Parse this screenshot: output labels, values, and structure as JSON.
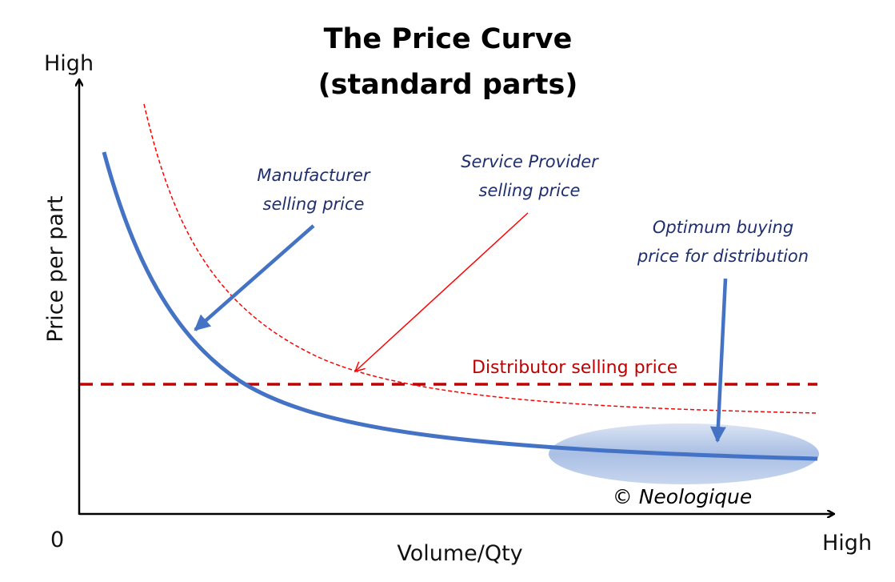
{
  "title": {
    "line1": "The Price Curve",
    "line2": "(standard parts)"
  },
  "axes": {
    "y_high": "High",
    "y_label": "Price per part",
    "origin": "0",
    "x_label": "Volume/Qty",
    "x_high": "High"
  },
  "annotations": {
    "manufacturer": {
      "line1": "Manufacturer",
      "line2": "selling price"
    },
    "service_provider": {
      "line1": "Service Provider",
      "line2": "selling price"
    },
    "optimum": {
      "line1": "Optimum buying",
      "line2": "price for distribution"
    },
    "distributor": "Distributor selling price"
  },
  "copyright": "© Neologique",
  "colors": {
    "manufacturer": "#4472c4",
    "service_provider": "#ff0000",
    "distributor": "#c00000",
    "annotation_text": "#1f2f6e"
  }
}
